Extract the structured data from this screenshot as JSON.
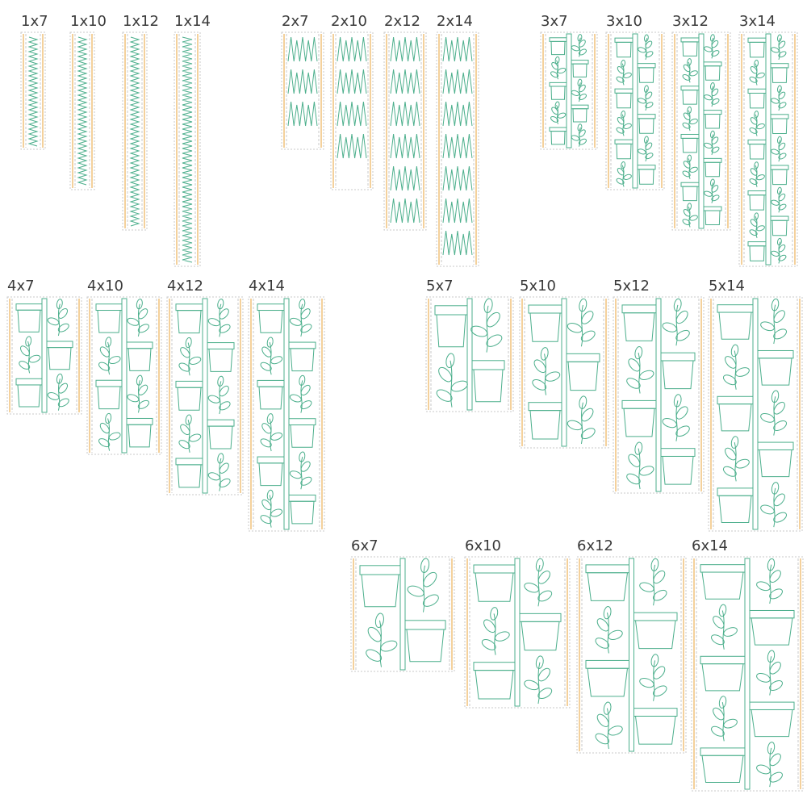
{
  "colors": {
    "stitch_green": "#4caf8c",
    "border_orange": "#e8a33a",
    "border_gray": "#c8c8c8",
    "label": "#3a3a3a",
    "background": "#ffffff"
  },
  "groups": [
    {
      "id": "row1",
      "motif": "grass-zigzag",
      "sizes": [
        "1x7",
        "1x10",
        "1x12",
        "1x14"
      ]
    },
    {
      "id": "row2",
      "motif": "grass-tall",
      "sizes": [
        "2x7",
        "2x10",
        "2x12",
        "2x14"
      ]
    },
    {
      "id": "row3",
      "motif": "flower-pots",
      "sizes": [
        "3x7",
        "3x10",
        "3x12",
        "3x14"
      ]
    },
    {
      "id": "row4",
      "motif": "flower-pots",
      "sizes": [
        "4x7",
        "4x10",
        "4x12",
        "4x14"
      ]
    },
    {
      "id": "row5",
      "motif": "flower-pots",
      "sizes": [
        "5x7",
        "5x10",
        "5x12",
        "5x14"
      ]
    },
    {
      "id": "row6",
      "motif": "flower-pots",
      "sizes": [
        "6x7",
        "6x10",
        "6x12",
        "6x14"
      ]
    }
  ]
}
